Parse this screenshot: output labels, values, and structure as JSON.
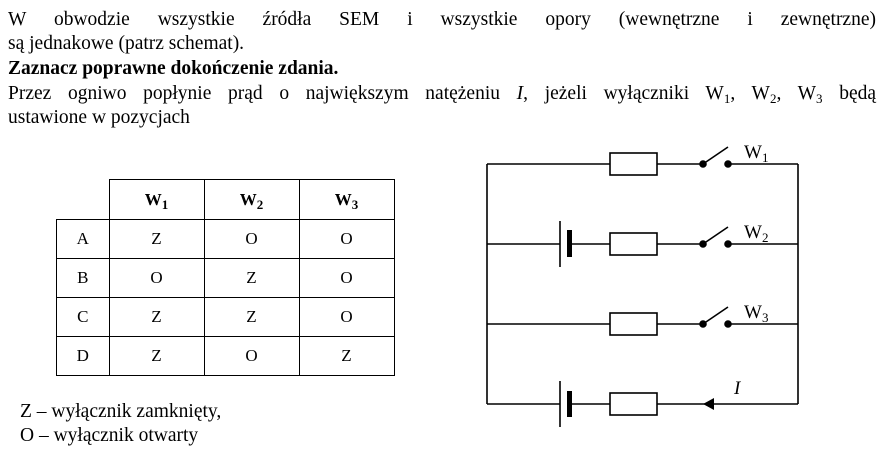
{
  "problem": {
    "intro_line1": "W obwodzie wszystkie źródła SEM i wszystkie opory (wewnętrzne i zewnętrzne)",
    "intro_line2": "są jednakowe (patrz schemat).",
    "instruction": "Zaznacz poprawne dokończenie zdania.",
    "question_part1": "Przez ogniwo popłynie prąd o największym natężeniu ",
    "question_var": "I",
    "question_part2": ", jeżeli wyłączniki W",
    "question_sub1": "1",
    "question_part3": ", W",
    "question_sub2": "2",
    "question_part4": ", W",
    "question_sub3": "3",
    "question_part5": " będą",
    "question_line2": "ustawione w pozycjach"
  },
  "table": {
    "headers": [
      {
        "main": "W",
        "sub": "1"
      },
      {
        "main": "W",
        "sub": "2"
      },
      {
        "main": "W",
        "sub": "3"
      }
    ],
    "rows": [
      {
        "option": "A",
        "values": [
          "Z",
          "O",
          "O"
        ]
      },
      {
        "option": "B",
        "values": [
          "O",
          "Z",
          "O"
        ]
      },
      {
        "option": "C",
        "values": [
          "Z",
          "Z",
          "O"
        ]
      },
      {
        "option": "D",
        "values": [
          "Z",
          "O",
          "Z"
        ]
      }
    ]
  },
  "legend": {
    "closed": "Z – wyłącznik zamknięty,",
    "open": "O – wyłącznik otwarty"
  },
  "circuit": {
    "switch_labels": [
      {
        "main": "W",
        "sub": "1"
      },
      {
        "main": "W",
        "sub": "2"
      },
      {
        "main": "W",
        "sub": "3"
      }
    ],
    "current_label": "I",
    "branches": [
      {
        "name": "branch-1",
        "battery": false,
        "switch": true
      },
      {
        "name": "branch-2",
        "battery": true,
        "switch": true
      },
      {
        "name": "branch-3",
        "battery": false,
        "switch": true
      },
      {
        "name": "branch-4",
        "battery": true,
        "switch": false,
        "arrow": true
      }
    ]
  }
}
